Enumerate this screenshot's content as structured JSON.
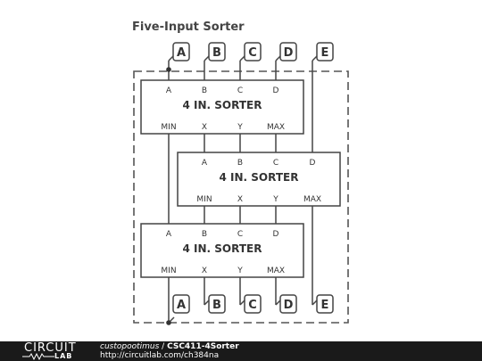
{
  "diagram": {
    "title": "Five-Input Sorter",
    "top_terminals": [
      "A",
      "B",
      "C",
      "D",
      "E"
    ],
    "bottom_terminals": [
      "A",
      "B",
      "C",
      "D",
      "E"
    ],
    "sorters": [
      {
        "label": "4 IN. SORTER",
        "inputs": [
          "A",
          "B",
          "C",
          "D"
        ],
        "outputs": [
          "MIN",
          "X",
          "Y",
          "MAX"
        ]
      },
      {
        "label": "4 IN. SORTER",
        "inputs": [
          "A",
          "B",
          "C",
          "D"
        ],
        "outputs": [
          "MIN",
          "X",
          "Y",
          "MAX"
        ]
      },
      {
        "label": "4 IN. SORTER",
        "inputs": [
          "A",
          "B",
          "C",
          "D"
        ],
        "outputs": [
          "MIN",
          "X",
          "Y",
          "MAX"
        ]
      }
    ]
  },
  "footer": {
    "logo_top": "CIRCUIT",
    "logo_bottom": "LAB",
    "author": "custopootimus",
    "separator": " / ",
    "project": "CSC411-4Sorter",
    "url": "http://circuitlab.com/ch384na"
  },
  "colors": {
    "line": "#444444",
    "footer_bg": "#1a1a1a"
  }
}
